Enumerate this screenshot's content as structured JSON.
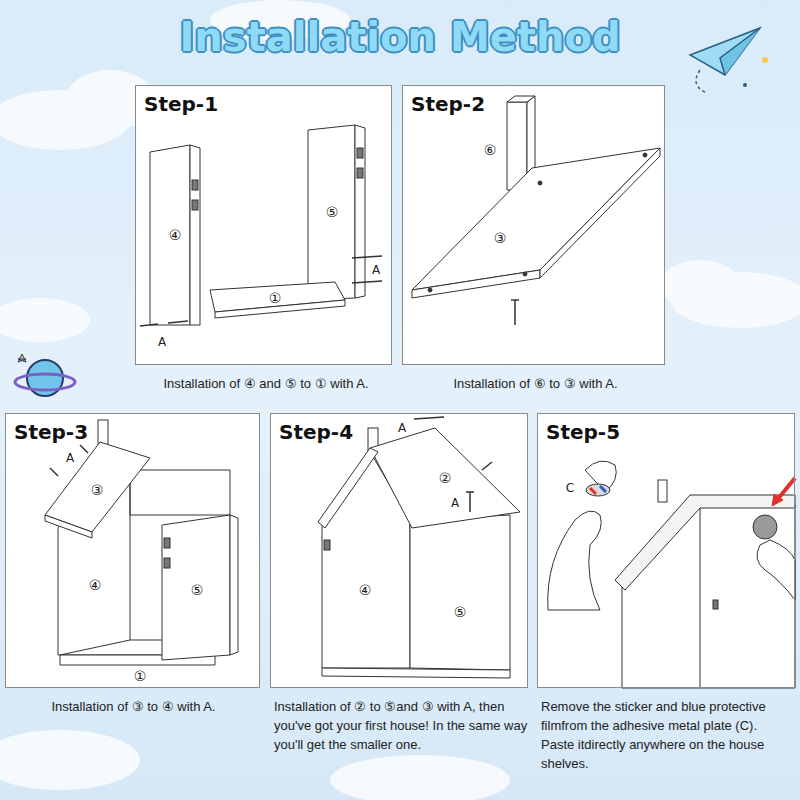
{
  "diagram": {
    "title": "Installation Method",
    "nodes": [
      {
        "text": [
          "Step-1",
          "Installation of ④ and ⑤ to ① with A."
        ]
      },
      {
        "text": [
          "Step-2",
          "Installation of ⑥ to ③ with A."
        ]
      },
      {
        "text": [
          "Step-3",
          "Installation of ③ to ④ with A."
        ]
      },
      {
        "text": [
          "Step-4",
          "Installation of ② to ⑤and ③ with A, then you've got your first house! In the same way you'll get the smaller one."
        ]
      },
      {
        "text": [
          "Step-5",
          "Remove the sticker and blue protective filmfrom the adhesive metal plate (C). Paste itdirectly anywhere on the house shelves."
        ]
      }
    ],
    "labels": [
      "④",
      "⑤",
      "①",
      "A",
      "A",
      "⑥",
      "③",
      "A",
      "③",
      "④",
      "⑤",
      "①",
      "A",
      "②",
      "A",
      "④",
      "⑤",
      "C"
    ]
  }
}
